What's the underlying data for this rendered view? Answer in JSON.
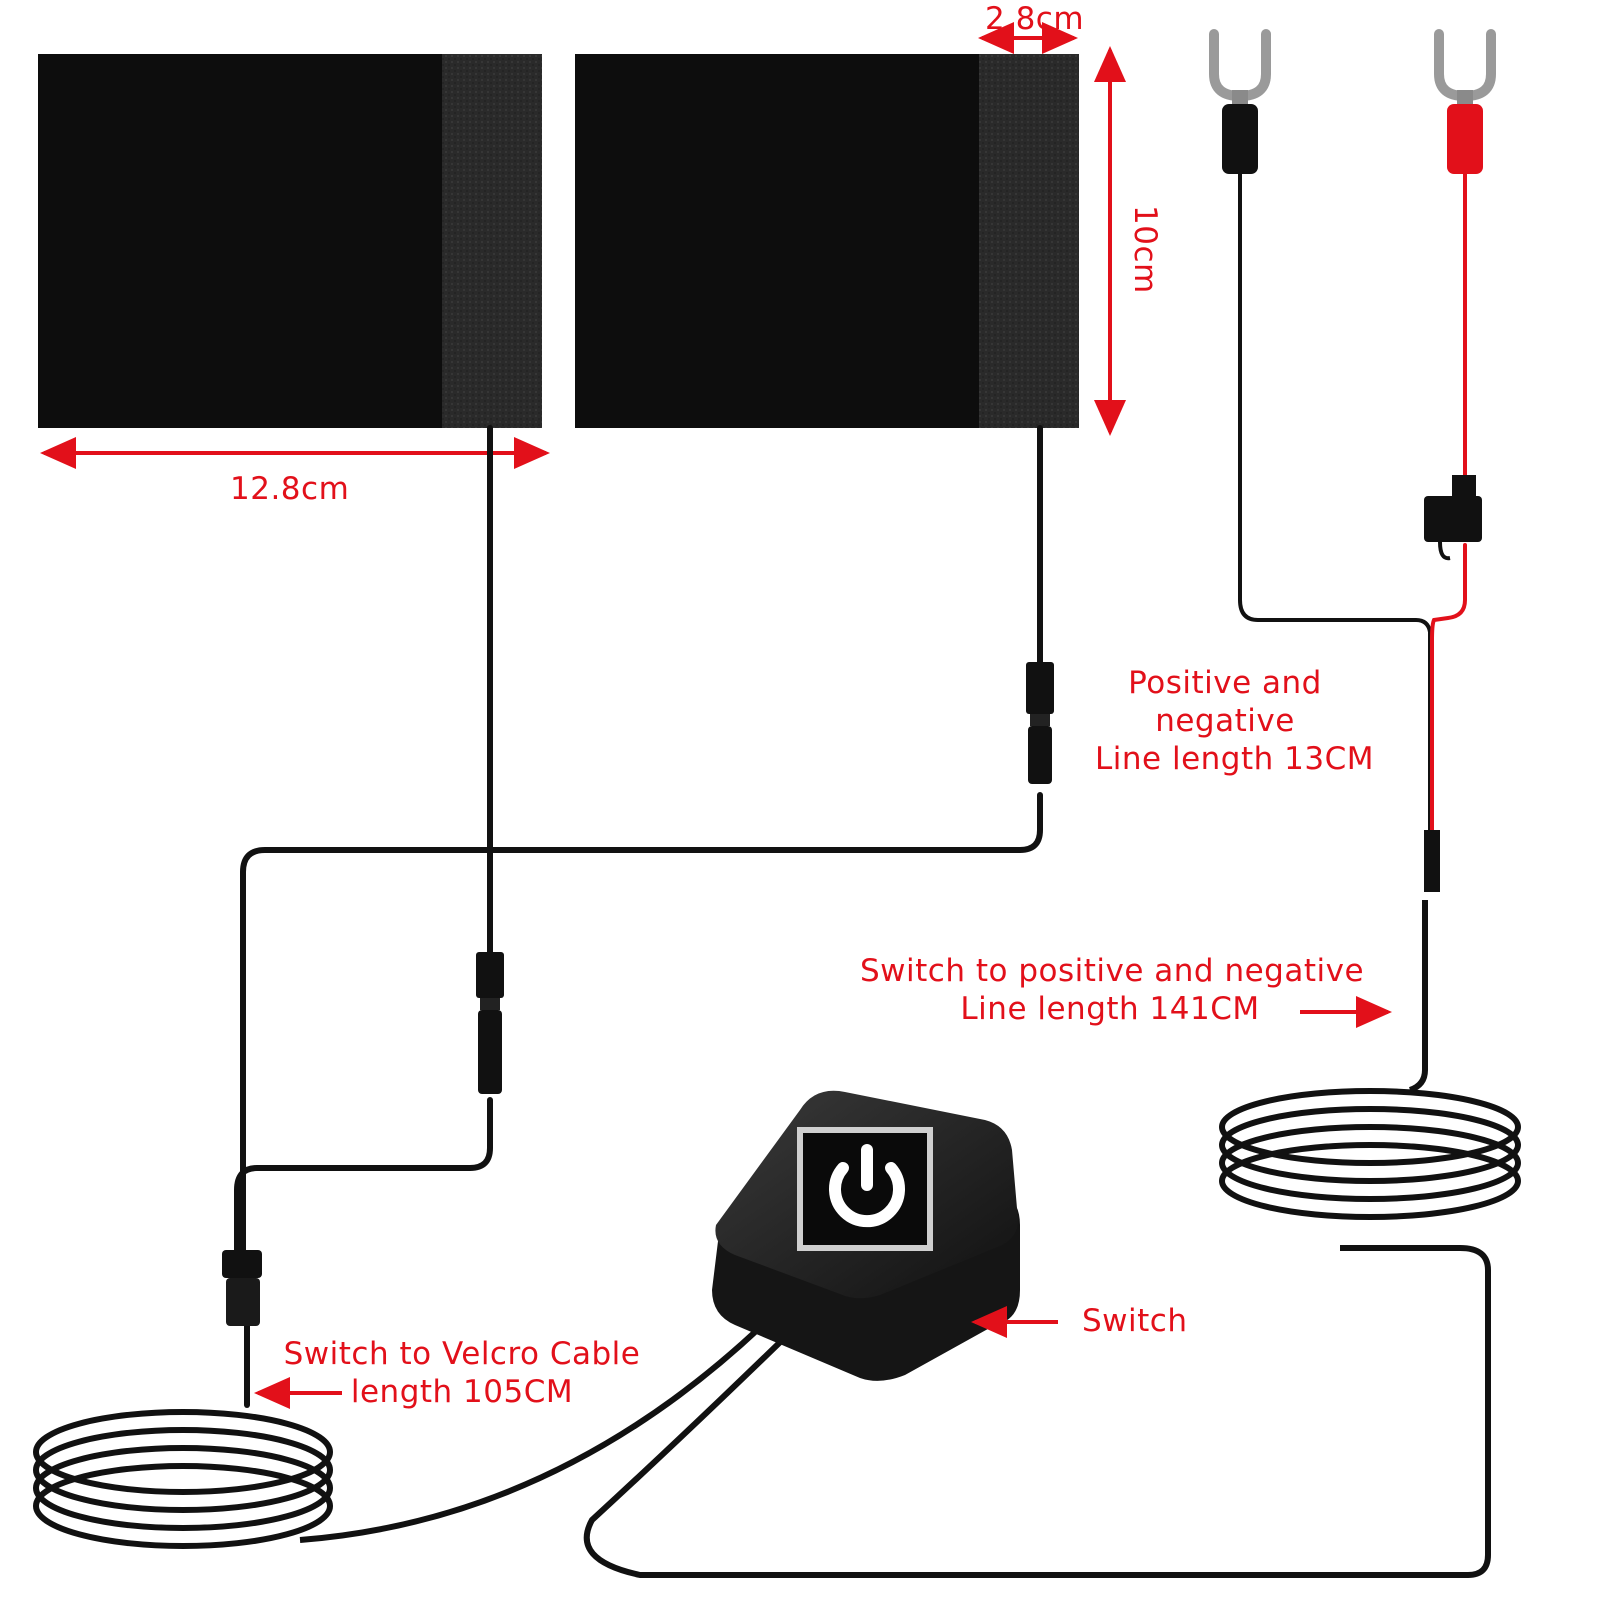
{
  "dimensions": {
    "pad_width": "12.8cm",
    "velcro_strip_width": "2.8cm",
    "pad_height": "10cm"
  },
  "callouts": {
    "positive_negative_short": [
      "Positive and",
      "negative",
      "Line length 13CM"
    ],
    "switch_to_power": [
      "Switch to positive and negative",
      "Line length 141CM"
    ],
    "switch": "Switch",
    "switch_to_velcro": [
      "Switch to Velcro Cable",
      "length 105CM"
    ]
  },
  "colors": {
    "annotation": "#e2101a",
    "pad": "#0d0d0d",
    "velcro": "#262626",
    "cable": "#111111",
    "positive_wire": "#e2101a",
    "negative_wire": "#111111"
  },
  "icons": {
    "switch_button": "power-icon"
  }
}
